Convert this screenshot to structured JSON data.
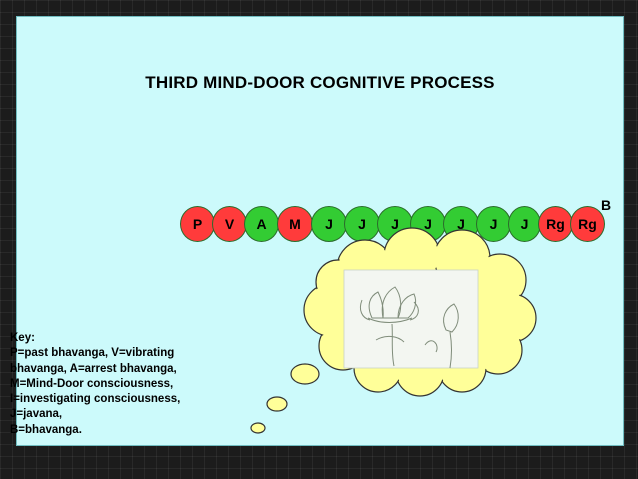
{
  "title": "THIRD MIND-DOOR COGNITIVE PROCESS",
  "sequence": [
    {
      "label": "P",
      "color": "#ff3b3b"
    },
    {
      "label": "V",
      "color": "#ff3b3b"
    },
    {
      "label": "A",
      "color": "#33cc33"
    },
    {
      "label": "M",
      "color": "#ff3b3b"
    },
    {
      "label": "J",
      "color": "#33cc33"
    },
    {
      "label": "J",
      "color": "#33cc33"
    },
    {
      "label": "J",
      "color": "#33cc33"
    },
    {
      "label": "J",
      "color": "#33cc33"
    },
    {
      "label": "J",
      "color": "#33cc33"
    },
    {
      "label": "J",
      "color": "#33cc33"
    },
    {
      "label": "J",
      "color": "#33cc33"
    },
    {
      "label": "Rg",
      "color": "#ff3b3b"
    },
    {
      "label": "Rg",
      "color": "#ff3b3b"
    }
  ],
  "end_label": "B",
  "key": {
    "heading": "Key:",
    "lines": [
      "P=past bhavanga, V=vibrating",
      "bhavanga, A=arrest bhavanga,",
      "M=Mind-Door consciousness,",
      "I=investigating consciousness,",
      "J=javana,",
      "B=bhavanga."
    ]
  },
  "colors": {
    "slide_bg": "#ccfafb",
    "cloud_fill": "#ffff99",
    "red": "#ff3b3b",
    "green": "#33cc33"
  },
  "image_icon": "lotus-sketch-icon"
}
